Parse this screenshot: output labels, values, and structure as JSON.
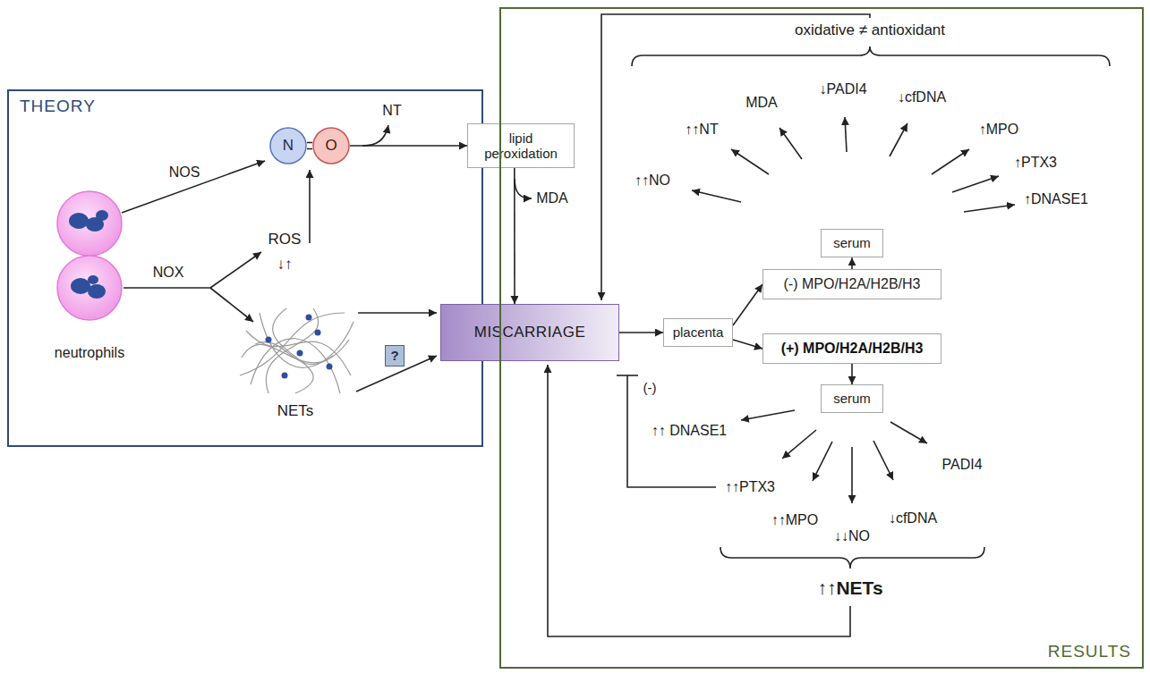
{
  "diagram": {
    "nodes": [
      {
        "text": [
          "THEORY"
        ]
      },
      {
        "text": [
          "N"
        ],
        "in": 0
      },
      {
        "text": [
          "O"
        ],
        "in": 0
      },
      {
        "text": [
          "?"
        ],
        "in": 0
      },
      {
        "text": [
          "lipid peroxidation"
        ]
      },
      {
        "text": [
          "MISCARRIAGE"
        ]
      },
      {
        "text": [
          "RESULTS"
        ]
      },
      {
        "text": [
          "placenta"
        ],
        "in": 6
      },
      {
        "text": [
          "(-) MPO/H2A/H2B/H3"
        ],
        "in": 6
      },
      {
        "text": [
          "(+) MPO/H2A/H2B/H3"
        ],
        "in": 6
      },
      {
        "text": [
          "serum"
        ],
        "in": 6
      },
      {
        "text": [
          "serum"
        ],
        "in": 6
      }
    ],
    "edges": [
      {
        "from": 1,
        "to": 2,
        "arrow": "none"
      },
      {
        "from": 2,
        "to": 4,
        "arrow": "to"
      },
      {
        "from": 4,
        "to": 5,
        "arrow": "to"
      },
      {
        "from": 5,
        "to": 7,
        "arrow": "to"
      },
      {
        "from": 7,
        "to": 8,
        "arrow": "to"
      },
      {
        "from": 7,
        "to": 9,
        "arrow": "to"
      },
      {
        "from": 8,
        "to": 10,
        "arrow": "to"
      },
      {
        "from": 9,
        "to": 11,
        "arrow": "to"
      }
    ],
    "labels": [
      "NOS",
      "NOX",
      "NT",
      "ROS",
      "↓↑",
      "NETs",
      "neutrophils",
      "MDA",
      "oxidative ≠ antioxidant",
      "↑↑NO",
      "↑↑NT",
      "MDA",
      "↓PADI4",
      "↓cfDNA",
      "↑MPO",
      "↑PTX3",
      "↑DNASE1",
      "↑↑ DNASE1",
      "↑↑PTX3",
      "↑↑MPO",
      "↓↓NO",
      "↓cfDNA",
      "PADI4",
      "(-)",
      "↑↑NETs"
    ]
  }
}
